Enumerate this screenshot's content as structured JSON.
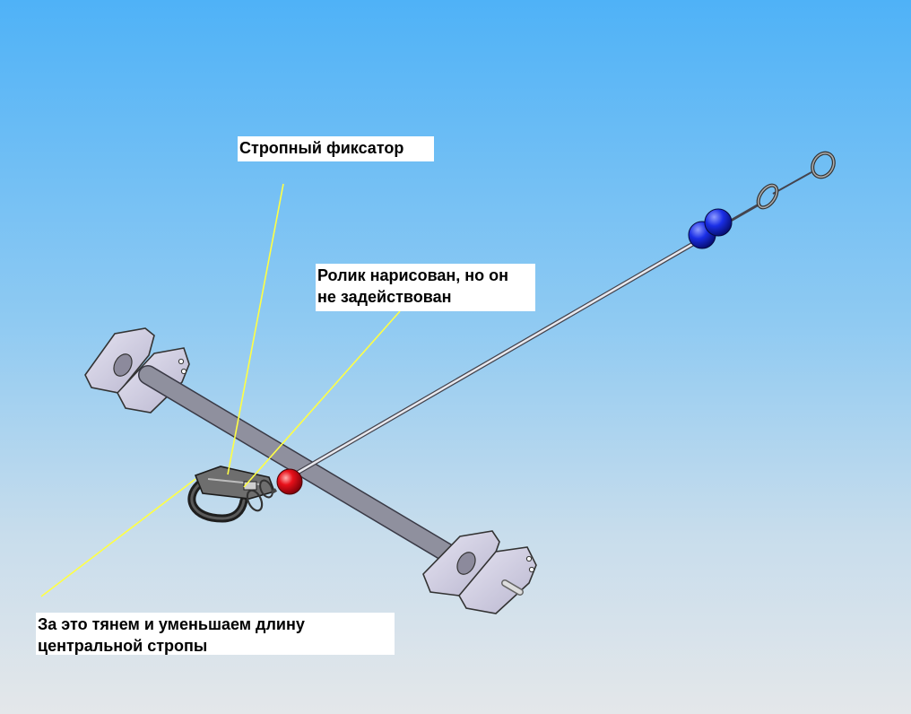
{
  "labels": {
    "strap_lock": "Стропный фиксатор",
    "roller_line1": "Ролик нарисован, но он",
    "roller_line2": "не задействован",
    "pull_line1": "За это тянем и уменьшаем длину",
    "pull_line2": "центральной стропы"
  },
  "colors": {
    "callout_line": "#ffff44",
    "roller_red": "#e8101a",
    "balls_blue": "#1a2ee6"
  }
}
